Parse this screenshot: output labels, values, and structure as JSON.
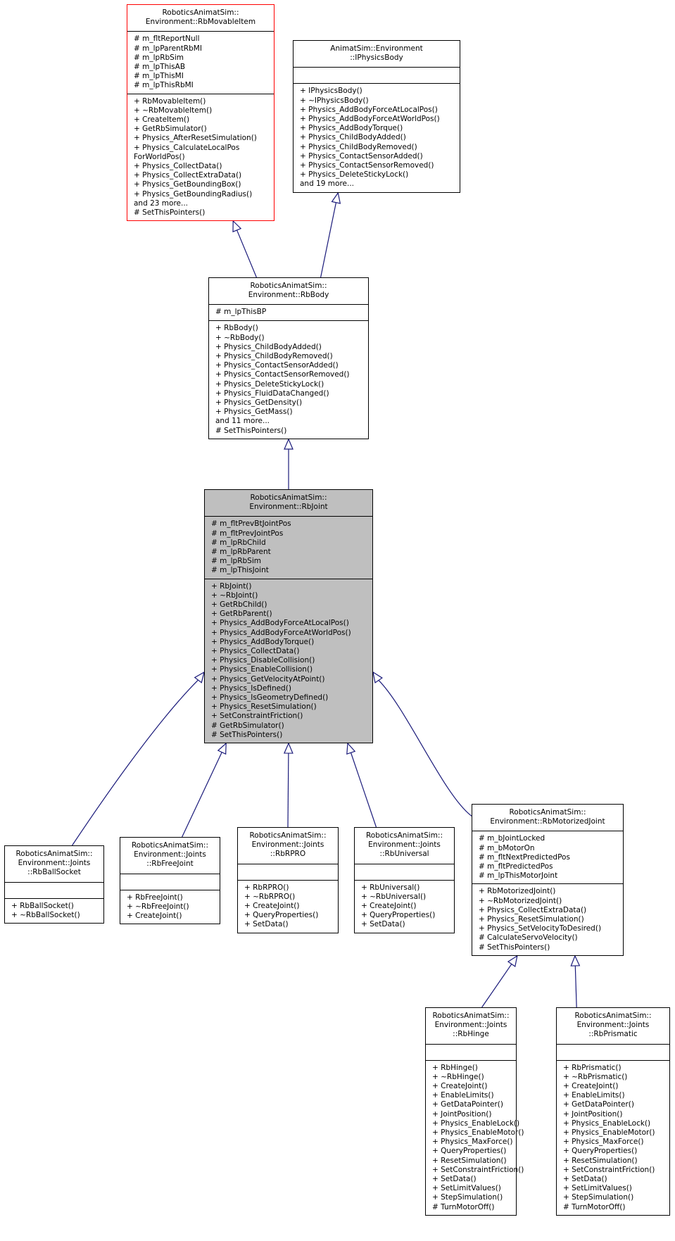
{
  "diagram": {
    "classes": [
      {
        "id": "rbmovableitem",
        "name": "RoboticsAnimatSim::\nEnvironment::RbMovableItem",
        "highlight": "red",
        "attributes": [
          "# m_fltReportNull",
          "# m_lpParentRbMI",
          "# m_lpRbSim",
          "# m_lpThisAB",
          "# m_lpThisMI",
          "# m_lpThisRbMI"
        ],
        "methods": [
          "+ RbMovableItem()",
          "+ ~RbMovableItem()",
          "+ CreateItem()",
          "+ GetRbSimulator()",
          "+ Physics_AfterResetSimulation()",
          "+ Physics_CalculateLocalPos",
          "ForWorldPos()",
          "+ Physics_CollectData()",
          "+ Physics_CollectExtraData()",
          "+ Physics_GetBoundingBox()",
          "+ Physics_GetBoundingRadius()",
          "and 23 more...",
          "# SetThisPointers()"
        ]
      },
      {
        "id": "iphysicsbody",
        "name": "AnimatSim::Environment\n::IPhysicsBody",
        "highlight": "",
        "attributes": [],
        "methods": [
          "+ IPhysicsBody()",
          "+ ~IPhysicsBody()",
          "+ Physics_AddBodyForceAtLocalPos()",
          "+ Physics_AddBodyForceAtWorldPos()",
          "+ Physics_AddBodyTorque()",
          "+ Physics_ChildBodyAdded()",
          "+ Physics_ChildBodyRemoved()",
          "+ Physics_ContactSensorAdded()",
          "+ Physics_ContactSensorRemoved()",
          "+ Physics_DeleteStickyLock()",
          "and 19 more..."
        ]
      },
      {
        "id": "rbbody",
        "name": "RoboticsAnimatSim::\nEnvironment::RbBody",
        "highlight": "",
        "attributes": [
          "# m_lpThisBP"
        ],
        "methods": [
          "+ RbBody()",
          "+ ~RbBody()",
          "+ Physics_ChildBodyAdded()",
          "+ Physics_ChildBodyRemoved()",
          "+ Physics_ContactSensorAdded()",
          "+ Physics_ContactSensorRemoved()",
          "+ Physics_DeleteStickyLock()",
          "+ Physics_FluidDataChanged()",
          "+ Physics_GetDensity()",
          "+ Physics_GetMass()",
          "and 11 more...",
          "# SetThisPointers()"
        ]
      },
      {
        "id": "rbjoint",
        "name": "RoboticsAnimatSim::\nEnvironment::RbJoint",
        "highlight": "focus",
        "attributes": [
          "# m_fltPrevBtJointPos",
          "# m_fltPrevJointPos",
          "# m_lpRbChild",
          "# m_lpRbParent",
          "# m_lpRbSim",
          "# m_lpThisJoint"
        ],
        "methods": [
          "+ RbJoint()",
          "+ ~RbJoint()",
          "+ GetRbChild()",
          "+ GetRbParent()",
          "+ Physics_AddBodyForceAtLocalPos()",
          "+ Physics_AddBodyForceAtWorldPos()",
          "+ Physics_AddBodyTorque()",
          "+ Physics_CollectData()",
          "+ Physics_DisableCollision()",
          "+ Physics_EnableCollision()",
          "+ Physics_GetVelocityAtPoint()",
          "+ Physics_IsDefined()",
          "+ Physics_IsGeometryDefined()",
          "+ Physics_ResetSimulation()",
          "+ SetConstraintFriction()",
          "# GetRbSimulator()",
          "# SetThisPointers()"
        ]
      },
      {
        "id": "rbballsocket",
        "name": "RoboticsAnimatSim::\nEnvironment::Joints\n::RbBallSocket",
        "highlight": "",
        "attributes": [],
        "methods": [
          "+ RbBallSocket()",
          "+ ~RbBallSocket()"
        ]
      },
      {
        "id": "rbfreejoint",
        "name": "RoboticsAnimatSim::\nEnvironment::Joints\n::RbFreeJoint",
        "highlight": "",
        "attributes": [],
        "methods": [
          "+ RbFreeJoint()",
          "+ ~RbFreeJoint()",
          "+ CreateJoint()"
        ]
      },
      {
        "id": "rbrpro",
        "name": "RoboticsAnimatSim::\nEnvironment::Joints\n::RbRPRO",
        "highlight": "",
        "attributes": [],
        "methods": [
          "+ RbRPRO()",
          "+ ~RbRPRO()",
          "+ CreateJoint()",
          "+ QueryProperties()",
          "+ SetData()"
        ]
      },
      {
        "id": "rbuniversal",
        "name": "RoboticsAnimatSim::\nEnvironment::Joints\n::RbUniversal",
        "highlight": "",
        "attributes": [],
        "methods": [
          "+ RbUniversal()",
          "+ ~RbUniversal()",
          "+ CreateJoint()",
          "+ QueryProperties()",
          "+ SetData()"
        ]
      },
      {
        "id": "rbmotorizedjoint",
        "name": "RoboticsAnimatSim::\nEnvironment::RbMotorizedJoint",
        "highlight": "",
        "attributes": [
          "# m_bJointLocked",
          "# m_bMotorOn",
          "# m_fltNextPredictedPos",
          "# m_fltPredictedPos",
          "# m_lpThisMotorJoint"
        ],
        "methods": [
          "+ RbMotorizedJoint()",
          "+ ~RbMotorizedJoint()",
          "+ Physics_CollectExtraData()",
          "+ Physics_ResetSimulation()",
          "+ Physics_SetVelocityToDesired()",
          "# CalculateServoVelocity()",
          "# SetThisPointers()"
        ]
      },
      {
        "id": "rbhinge",
        "name": "RoboticsAnimatSim::\nEnvironment::Joints\n::RbHinge",
        "highlight": "",
        "attributes": [],
        "methods": [
          "+ RbHinge()",
          "+ ~RbHinge()",
          "+ CreateJoint()",
          "+ EnableLimits()",
          "+ GetDataPointer()",
          "+ JointPosition()",
          "+ Physics_EnableLock()",
          "+ Physics_EnableMotor()",
          "+ Physics_MaxForce()",
          "+ QueryProperties()",
          "+ ResetSimulation()",
          "+ SetConstraintFriction()",
          "+ SetData()",
          "+ SetLimitValues()",
          "+ StepSimulation()",
          "# TurnMotorOff()"
        ]
      },
      {
        "id": "rbprismatic",
        "name": "RoboticsAnimatSim::\nEnvironment::Joints\n::RbPrismatic",
        "highlight": "",
        "attributes": [],
        "methods": [
          "+ RbPrismatic()",
          "+ ~RbPrismatic()",
          "+ CreateJoint()",
          "+ EnableLimits()",
          "+ GetDataPointer()",
          "+ JointPosition()",
          "+ Physics_EnableLock()",
          "+ Physics_EnableMotor()",
          "+ Physics_MaxForce()",
          "+ QueryProperties()",
          "+ ResetSimulation()",
          "+ SetConstraintFriction()",
          "+ SetData()",
          "+ SetLimitValues()",
          "+ StepSimulation()",
          "# TurnMotorOff()"
        ]
      }
    ],
    "inheritance": [
      {
        "from": "rbbody",
        "to": "rbmovableitem"
      },
      {
        "from": "rbbody",
        "to": "iphysicsbody"
      },
      {
        "from": "rbjoint",
        "to": "rbbody"
      },
      {
        "from": "rbballsocket",
        "to": "rbjoint"
      },
      {
        "from": "rbfreejoint",
        "to": "rbjoint"
      },
      {
        "from": "rbrpro",
        "to": "rbjoint"
      },
      {
        "from": "rbuniversal",
        "to": "rbjoint"
      },
      {
        "from": "rbmotorizedjoint",
        "to": "rbjoint"
      },
      {
        "from": "rbhinge",
        "to": "rbmotorizedjoint"
      },
      {
        "from": "rbprismatic",
        "to": "rbmotorizedjoint"
      }
    ],
    "colors": {
      "edge": "#1a1a7a",
      "border": "#000000",
      "focus_fill": "#bfbfbf",
      "highlight_border": "#ff0000"
    }
  }
}
